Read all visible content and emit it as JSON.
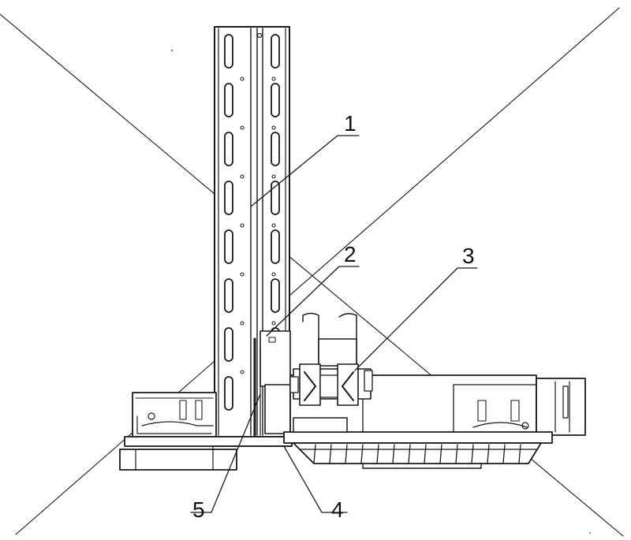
{
  "drawing": {
    "callouts": [
      {
        "number": "1"
      },
      {
        "number": "2"
      },
      {
        "number": "3"
      },
      {
        "number": "4"
      },
      {
        "number": "5"
      }
    ]
  },
  "colors": {
    "ink": "#1a1a1a",
    "background": "#ffffff"
  }
}
